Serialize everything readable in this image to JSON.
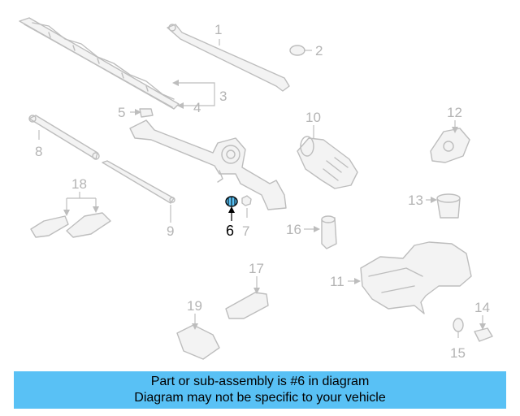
{
  "diagram": {
    "callouts": [
      "1",
      "2",
      "3",
      "4",
      "5",
      "6",
      "7",
      "8",
      "9",
      "10",
      "11",
      "12",
      "13",
      "14",
      "15",
      "16",
      "17",
      "18",
      "19"
    ],
    "highlighted_part": "6",
    "highlight_color": "#59c1f5"
  },
  "banner": {
    "line1": "Part or sub-assembly is #6 in diagram",
    "line2": "Diagram may not be specific to your vehicle",
    "background": "#59c1f5"
  }
}
